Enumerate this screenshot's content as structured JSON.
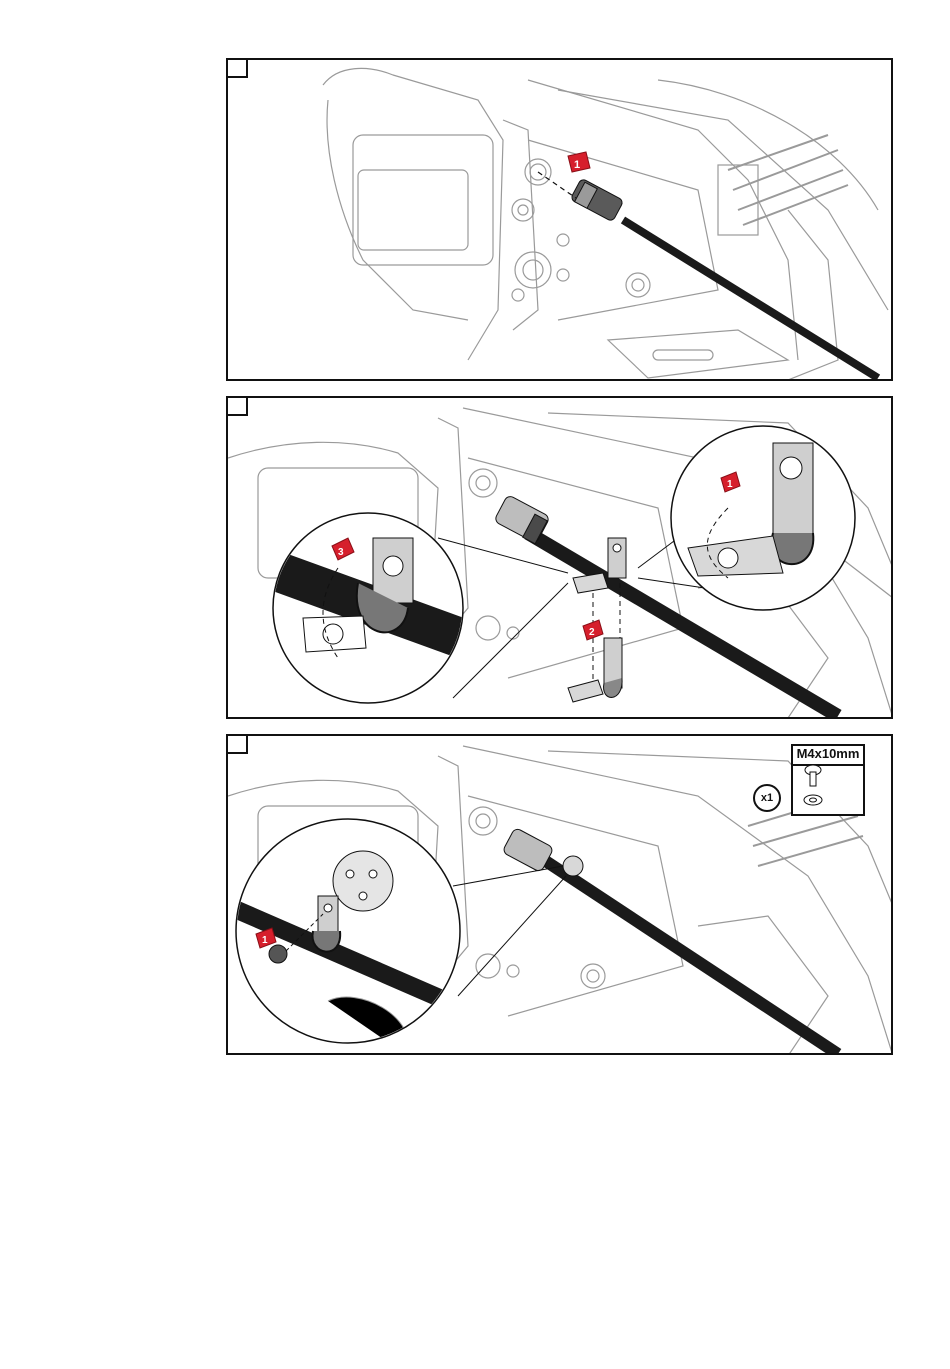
{
  "panels": [
    {
      "id": "step-1",
      "arrow_numbers": [
        "1"
      ]
    },
    {
      "id": "step-2",
      "arrow_numbers": [
        "1",
        "2",
        "3"
      ]
    },
    {
      "id": "step-3",
      "arrow_numbers": [
        "1"
      ],
      "part": {
        "label": "M4x10mm",
        "quantity": "x1"
      }
    }
  ],
  "colors": {
    "arrow": "#d61f2c",
    "cable": "#1a1a1a",
    "line_art": "#9a9a9a",
    "border": "#111111",
    "clip": "#7d7d7d"
  }
}
